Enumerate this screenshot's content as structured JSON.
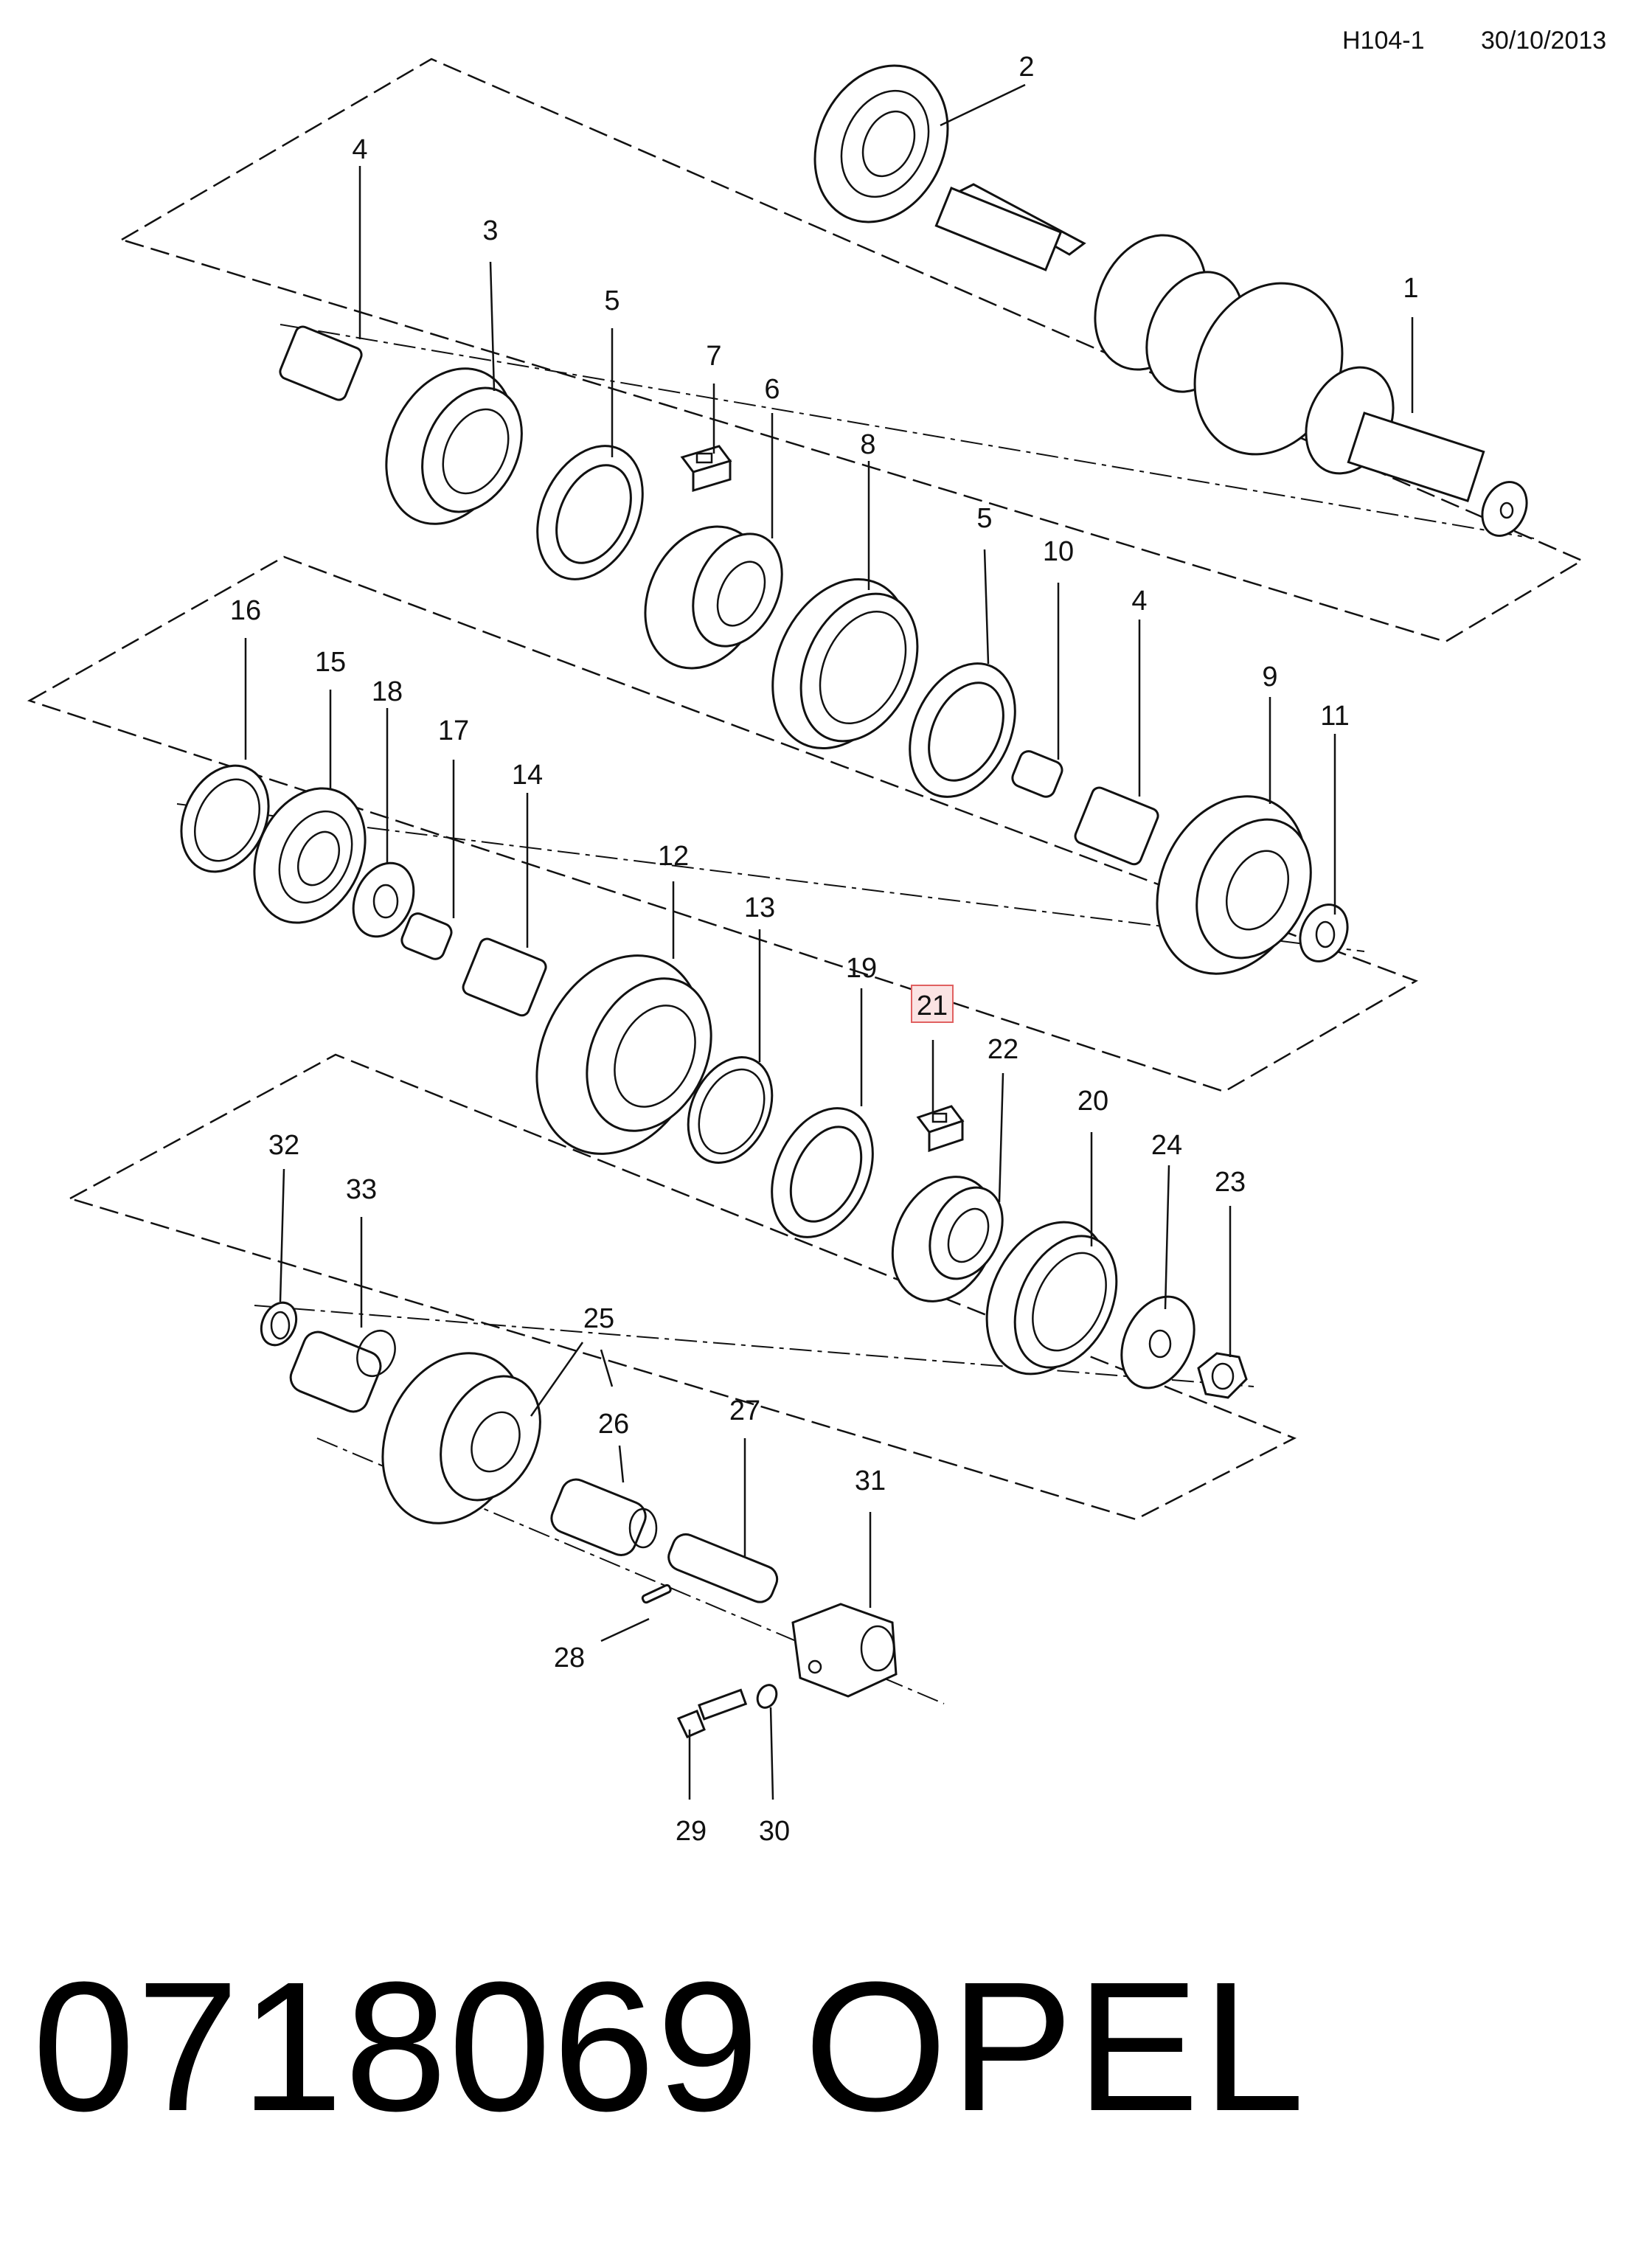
{
  "header": {
    "code": "H104-1",
    "date": "30/10/2013"
  },
  "footer": {
    "part_number": "0718069",
    "brand": "OPEL"
  },
  "highlight_color": "#e06060",
  "callouts": {
    "c1": "1",
    "c2": "2",
    "c3": "3",
    "c4a": "4",
    "c4b": "4",
    "c5a": "5",
    "c5b": "5",
    "c6": "6",
    "c7": "7",
    "c8": "8",
    "c9": "9",
    "c10": "10",
    "c11": "11",
    "c12": "12",
    "c13": "13",
    "c14": "14",
    "c15": "15",
    "c16": "16",
    "c17": "17",
    "c18": "18",
    "c19": "19",
    "c20": "20",
    "c21": "21",
    "c22": "22",
    "c23": "23",
    "c24": "24",
    "c25": "25",
    "c26": "26",
    "c27": "27",
    "c28": "28",
    "c29": "29",
    "c30": "30",
    "c31": "31",
    "c32": "32",
    "c33": "33"
  }
}
